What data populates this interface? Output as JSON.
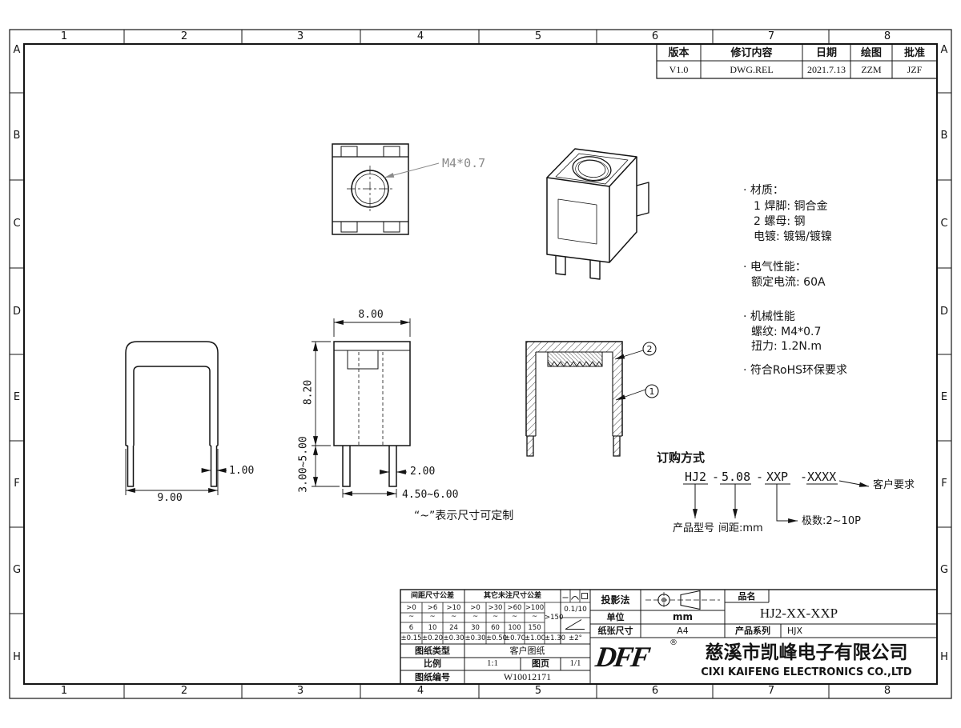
{
  "colors": {
    "ink": "#141414",
    "callout_gray": "#8a8a8a",
    "paper": "#ffffff"
  },
  "grid": {
    "numbers": [
      "1",
      "2",
      "3",
      "4",
      "5",
      "6",
      "7",
      "8"
    ],
    "letters": [
      "A",
      "B",
      "C",
      "D",
      "E",
      "F",
      "G",
      "H"
    ]
  },
  "revision": {
    "headers": [
      "版本",
      "修订内容",
      "日期",
      "绘图",
      "批准"
    ],
    "row": [
      "V1.0",
      "DWG.REL",
      "2021.7.13",
      "ZZM",
      "JZF"
    ]
  },
  "callouts": {
    "thread": "M4*0.7",
    "balloon_nut": "2",
    "balloon_frame": "1"
  },
  "dims": {
    "top_width": "8.00",
    "body_height": "8.20",
    "leg_length": "3.00~5.00",
    "overall_width": "9.00",
    "front_leg_width": "1.00",
    "side_leg_width": "2.00",
    "leg_span": "4.50~6.00",
    "custom_note": "“~”表示尺寸可定制"
  },
  "notes": {
    "lines": [
      "· 材质：",
      "1 焊脚: 铜合金",
      "2 螺母: 钢",
      "电镀:  镀锡/镀镍",
      "· 电气性能：",
      "额定电流: 60A",
      "· 机械性能",
      "螺纹: M4*0.7",
      "扭力: 1.2N.m",
      "· 符合RoHS环保要求"
    ]
  },
  "ordering": {
    "title": "订购方式",
    "seg_model": "HJ2",
    "dash1": "-",
    "seg_pitch": "5.08",
    "dash2": "-",
    "seg_poles": "XXP",
    "seg_suffix": "-XXXX",
    "label_model": "产品型号",
    "label_pitch": "间距:mm",
    "label_poles": "极数:2~10P",
    "label_customer": "客户要求"
  },
  "titleblock": {
    "tol": {
      "pitch_header": "间距尺寸公差",
      "other_header": "其它未注尺寸公差",
      "cols": [
        {
          "a": ">0",
          "b": "~",
          "c": "6"
        },
        {
          "a": ">6",
          "b": "~",
          "c": "10"
        },
        {
          "a": ">10",
          "b": "~",
          "c": "24"
        },
        {
          "a": ">0",
          "b": "~",
          "c": "30"
        },
        {
          "a": ">30",
          "b": "~",
          "c": "60"
        },
        {
          "a": ">60",
          "b": "~",
          "c": "100"
        },
        {
          "a": ">100",
          "b": "~",
          "c": "150"
        }
      ],
      "over": ">150",
      "values": [
        "±0.15",
        "±0.20",
        "±0.30",
        "±0.30",
        "±0.50",
        "±0.70",
        "±1.00",
        "±1.30"
      ],
      "surface": "0.1/10",
      "angle": "±2°"
    },
    "projection_label": "投影法",
    "unit_label": "单位",
    "unit_value": "mm",
    "paper_label": "纸张尺寸",
    "paper_value": "A4",
    "part_label": "品名",
    "part_value": "HJ2-XX-XXP",
    "series_label": "产品系列",
    "series_value": "HJX",
    "type_label": "图纸类型",
    "type_value": "客户图纸",
    "scale_label": "比例",
    "scale_value": "1:1",
    "page_label": "图页",
    "page_value": "1/1",
    "no_label": "图纸编号",
    "no_value": "W10012171"
  },
  "company": {
    "logo": "DFF",
    "reg": "®",
    "name_cn": "慈溪市凯峰电子有限公司",
    "name_en": "CIXI KAIFENG ELECTRONICS CO.,LTD"
  }
}
